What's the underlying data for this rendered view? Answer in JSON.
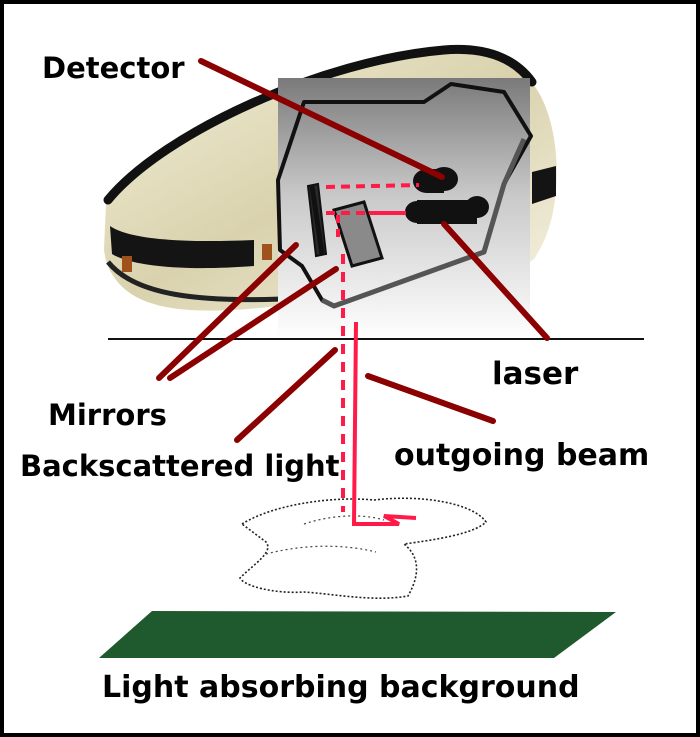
{
  "diagram": {
    "title": "",
    "labels": {
      "detector": "Detector",
      "laser": "laser",
      "mirrors": "Mirrors",
      "backscattered_light": "Backscattered light",
      "outgoing_beam": "outgoing beam",
      "light_absorbing_background": "Light absorbing background"
    }
  },
  "colors": {
    "pointer_line": "#8b0000",
    "laser_beam": "#ff1a47",
    "background_panel": "#1f5a2e",
    "instrument_body": "#e8e2c4",
    "instrument_stripe": "#111111"
  }
}
